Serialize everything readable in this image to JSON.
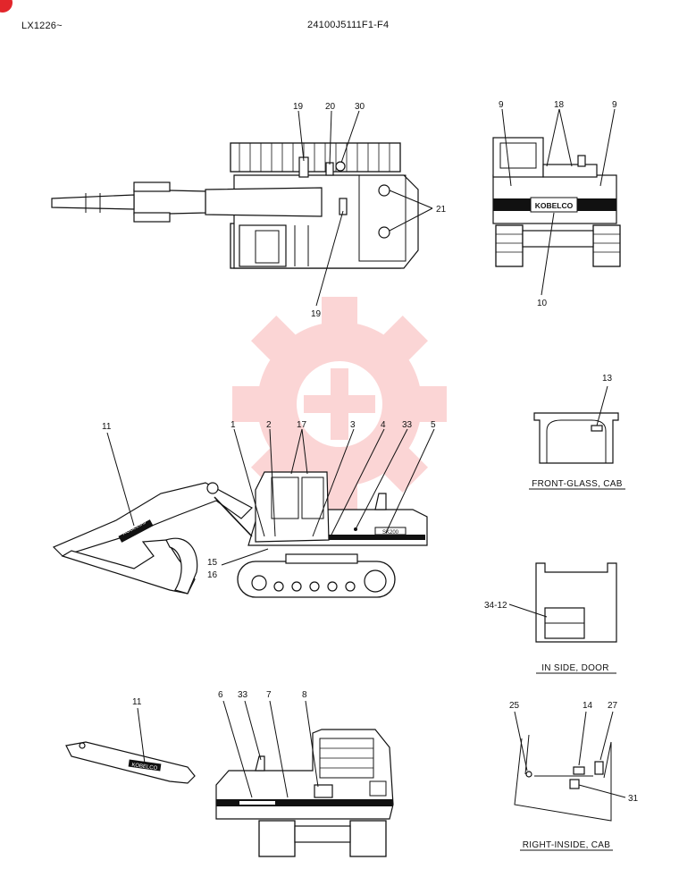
{
  "header": {
    "serial_range": "LX1226~",
    "drawing_number": "24100J5111F1-F4"
  },
  "brand_decal": "KOBELCO",
  "model_decal": "SK200",
  "watermark_icon": "gear-logo-icon",
  "callouts": {
    "top_view": [
      "19",
      "20",
      "30",
      "21",
      "19"
    ],
    "rear_view": [
      "9",
      "18",
      "9",
      "10"
    ],
    "side_view": [
      "11",
      "1",
      "2",
      "17",
      "3",
      "4",
      "33",
      "5",
      "15",
      "16"
    ],
    "front_glass": [
      "13"
    ],
    "door": [
      "34-12"
    ],
    "arm_detail": [
      "11"
    ],
    "upper_side": [
      "6",
      "33",
      "7",
      "8"
    ],
    "right_inside": [
      "25",
      "14",
      "27",
      "31"
    ]
  },
  "captions": {
    "front_glass": "FRONT-GLASS, CAB",
    "door": "IN SIDE, DOOR",
    "right_inside": "RIGHT-INSIDE, CAB"
  }
}
